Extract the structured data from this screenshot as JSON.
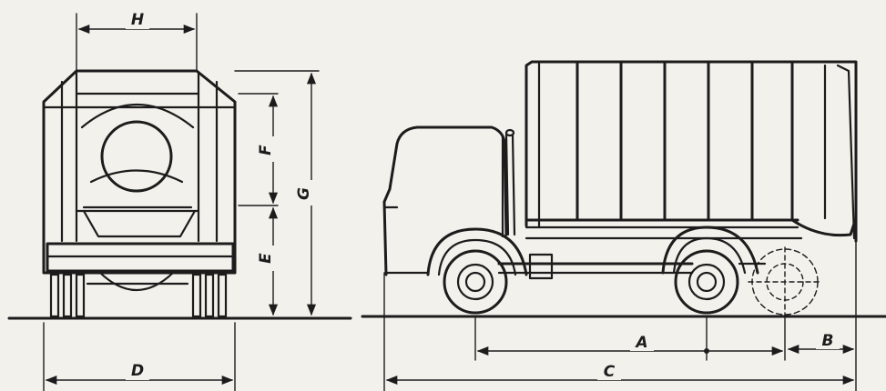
{
  "diagram": {
    "dimension_labels": {
      "A": "A",
      "B": "B",
      "C": "C",
      "D": "D",
      "E": "E",
      "F": "F",
      "G": "G",
      "H": "H"
    },
    "colors": {
      "paper": "#f2f1ec",
      "ink": "#1c1c1c"
    }
  }
}
